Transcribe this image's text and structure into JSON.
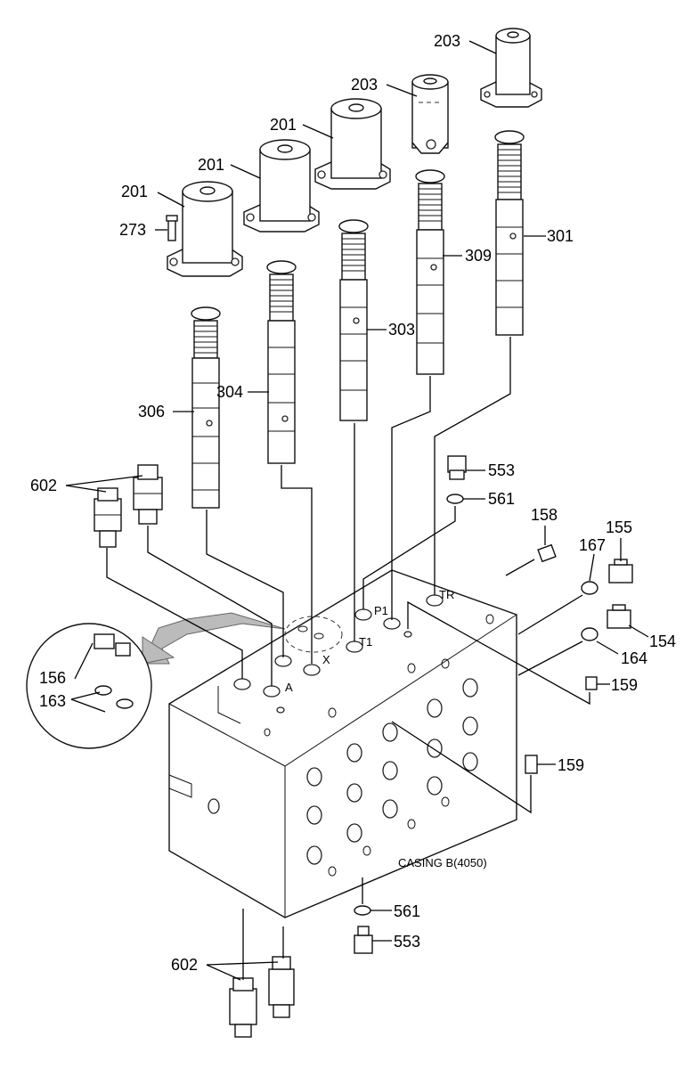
{
  "diagram": {
    "caption": "CASING B(4050)",
    "labels": {
      "l203a": "203",
      "l203b": "203",
      "l201a": "201",
      "l201b": "201",
      "l201c": "201",
      "l273": "273",
      "l301": "301",
      "l309": "309",
      "l303": "303",
      "l304": "304",
      "l306": "306",
      "l602a": "602",
      "l553a": "553",
      "l561a": "561",
      "l158": "158",
      "l155": "155",
      "l167": "167",
      "l154": "154",
      "l164": "164",
      "l159a": "159",
      "l156": "156",
      "l163": "163",
      "l159b": "159",
      "l561b": "561",
      "l553b": "553",
      "l602b": "602"
    },
    "port_marks": [
      "TR",
      "T1",
      "A",
      "P1",
      "X"
    ]
  }
}
